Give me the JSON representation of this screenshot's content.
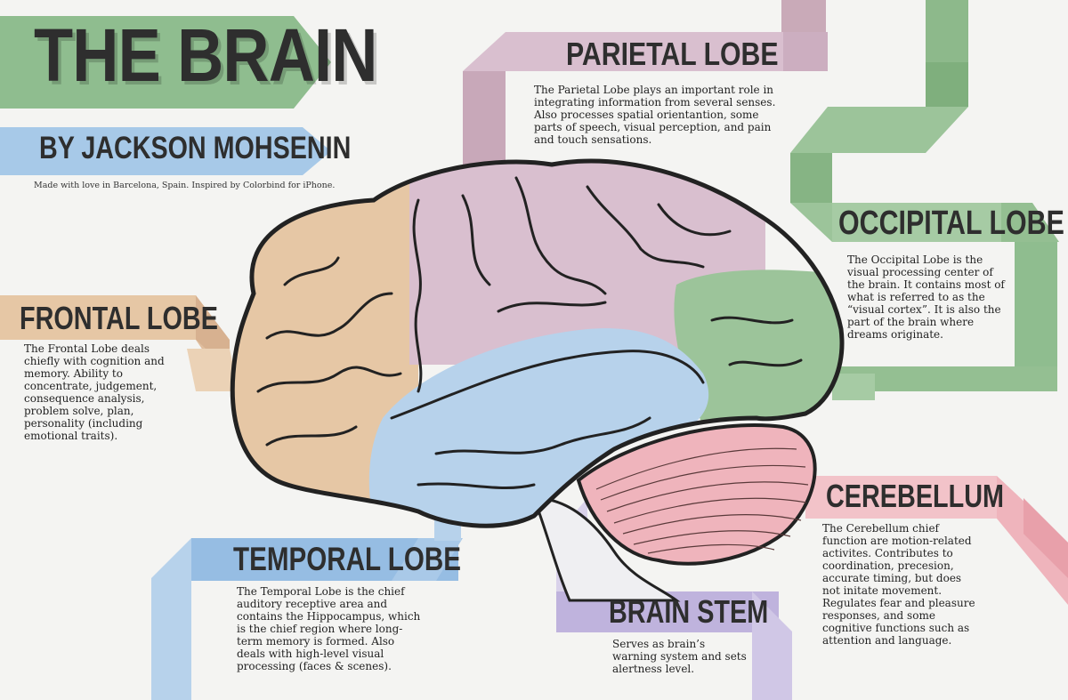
{
  "header": {
    "title": "THE BRAIN",
    "byline": "BY JACKSON MOHSENIN",
    "credit": "Made with love in Barcelona, Spain. Inspired by Colorbind for iPhone."
  },
  "colors": {
    "frontal": "#e6c7a5",
    "parietal": "#d9bfcf",
    "occipital": "#9cc49a",
    "temporal": "#b7d2eb",
    "cerebellum": "#efb4bc",
    "brain_stem": "#cdc4e2",
    "title_banner": "#8fbd8f",
    "byline_banner": "#a7c9e8",
    "outline": "#222222"
  },
  "lobes": {
    "parietal": {
      "name": "PARIETAL LOBE",
      "description": "The Parietal Lobe plays an important role in integrating information from several senses. Also processes spatial orientantion, some parts of speech, visual perception, and pain and touch sensations."
    },
    "occipital": {
      "name": "OCCIPITAL LOBE",
      "description": "The Occipital Lobe is the visual processing center of the brain. It contains most of what is referred to as the “visual cortex”. It is also the part of the brain where dreams originate."
    },
    "frontal": {
      "name": "FRONTAL LOBE",
      "description": "The Frontal Lobe deals chiefly with cognition and memory. Ability to concentrate, judgement, consequence analysis, problem solve, plan, personality (including emotional traits)."
    },
    "temporal": {
      "name": "TEMPORAL LOBE",
      "description": "The Temporal Lobe is the chief auditory receptive area and contains the Hippocampus, which is the chief region where long-term memory is formed. Also deals with high-level visual processing (faces & scenes)."
    },
    "cerebellum": {
      "name": "CEREBELLUM",
      "description": "The Cerebellum chief function are motion-related activites. Contributes to coordination, precesion, accurate timing, but does not initate movement. Regulates fear and pleasure responses, and some cognitive functions such as attention and language."
    },
    "brain_stem": {
      "name": "BRAIN STEM",
      "description": "Serves as brain’s warning system and sets alertness level."
    }
  }
}
